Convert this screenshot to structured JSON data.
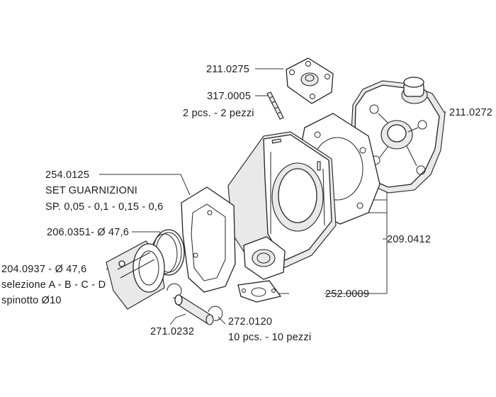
{
  "callouts": {
    "intake_manifold": "211.0275",
    "stud": "317.0005",
    "stud_qty": "2 pcs. - 2 pezzi",
    "cylinder_head": "211.0272",
    "gasket_set": "254.0125",
    "gasket_set_title": "SET GUARNIZIONI",
    "gasket_set_sizes": "SP. 0,05 - 0,1 - 0,15 - 0,6",
    "piston_rings": "206.0351- Ø 47,6",
    "piston": "204.0937 - Ø 47,6",
    "piston_selection": "selezione A - B - C - D",
    "piston_pin": "spinotto Ø10",
    "cylinder_kit": "209.0412",
    "exhaust_gasket": "252.0009",
    "pin": "271.0232",
    "circlip": "272.0120",
    "circlip_qty": "10 pcs. - 10 pezzi"
  }
}
